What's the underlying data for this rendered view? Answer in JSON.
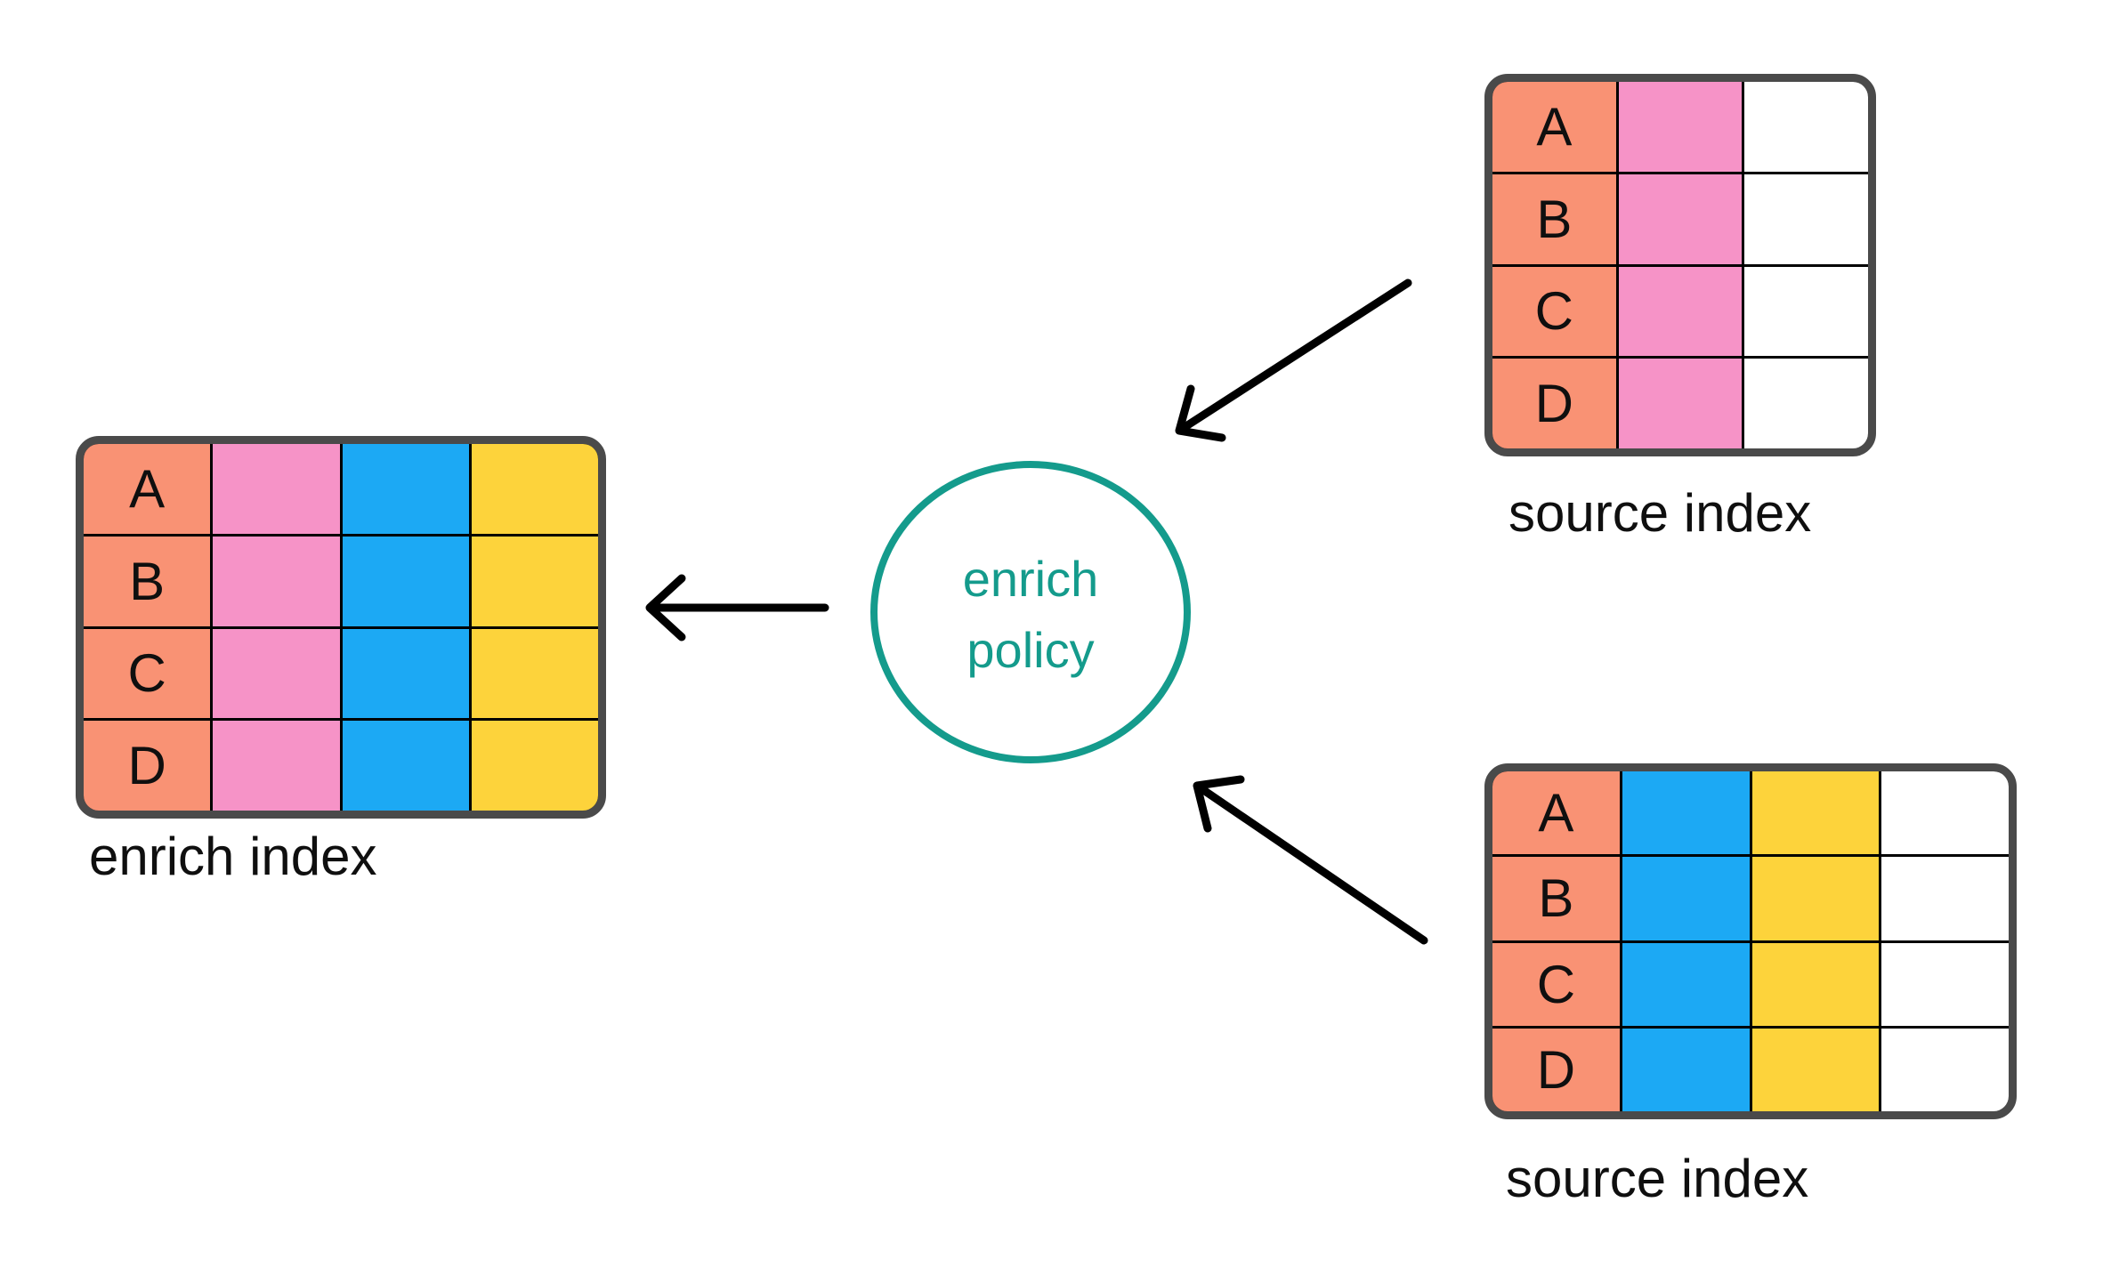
{
  "colors": {
    "salmon": "#F99274",
    "pink": "#F693C7",
    "blue": "#1CA9F4",
    "yellow": "#FDD33B",
    "white": "#FFFFFF",
    "table_border": "#4A4A4A",
    "grid_line": "#000000",
    "arrow": "#000000",
    "teal": "#149B8C",
    "label_text": "#0F0F0F"
  },
  "enrich_index": {
    "label": "enrich index",
    "row_labels": [
      "A",
      "B",
      "C",
      "D"
    ],
    "columns": [
      "salmon",
      "pink",
      "blue",
      "yellow"
    ]
  },
  "source_index_top": {
    "label": "source index",
    "row_labels": [
      "A",
      "B",
      "C",
      "D"
    ],
    "columns": [
      "salmon",
      "pink",
      "white"
    ]
  },
  "source_index_bottom": {
    "label": "source index",
    "row_labels": [
      "A",
      "B",
      "C",
      "D"
    ],
    "columns": [
      "salmon",
      "blue",
      "yellow",
      "white"
    ]
  },
  "enrich_policy": {
    "line1": "enrich",
    "line2": "policy"
  }
}
